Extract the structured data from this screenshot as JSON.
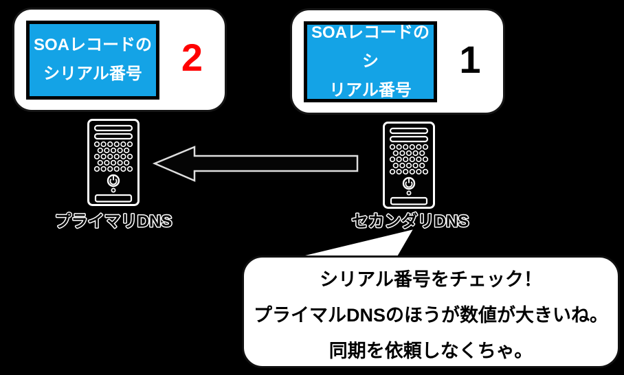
{
  "primary_panel": {
    "record_label_line1": "SOAレコードの",
    "record_label_line2": "シリアル番号",
    "serial_value": "2",
    "serial_color": "#ff0000"
  },
  "secondary_panel": {
    "record_label_line1": "SOAレコードのシ",
    "record_label_line2": "リアル番号",
    "serial_value": "1",
    "serial_color": "#000000"
  },
  "servers": {
    "primary_label": "プライマリDNS",
    "secondary_label": "セカンダリDNS"
  },
  "speech_bubble": {
    "line1": "シリアル番号をチェック！",
    "line2": "プライマルDNSのほうが数値が大きいね。",
    "line3": "同期を依頼しなくちゃ。"
  },
  "colors": {
    "background": "#000000",
    "record_box_fill": "#14a3e6",
    "record_box_border": "#000000",
    "panel_fill": "#ffffff",
    "bubble_fill": "#ffffff",
    "text_on_record_box": "#ffffff"
  }
}
